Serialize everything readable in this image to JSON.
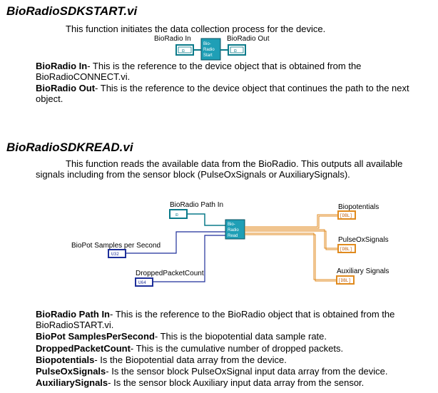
{
  "section1": {
    "heading": "BioRadioSDKSTART.vi",
    "description": "This function initiates the data collection process for the device.",
    "diagram": {
      "in_label": "BioRadio In",
      "out_label": "BioRadio Out",
      "vi_lines": [
        "Bio-",
        "Radio",
        "Start"
      ],
      "in_terminal": "⊡",
      "out_terminal": "⊡"
    },
    "params": [
      {
        "name": "BioRadio In",
        "desc": "- This is the reference to the device object that is obtained from the BioRadioCONNECT.vi."
      },
      {
        "name": "BioRadio Out",
        "desc": "- This is the reference to the device object that continues the path to the next object."
      }
    ]
  },
  "section2": {
    "heading": "BioRadioSDKREAD.vi",
    "description": "This function reads the available data from the BioRadio. This outputs all available signals including from the sensor block (PulseOxSignals or AuxiliarySignals).",
    "diagram": {
      "path_in_label": "BioRadio Path In",
      "samples_label": "BioPot Samples per Second",
      "dropped_label": "DroppedPacketCount",
      "biopot_label": "Biopotentials",
      "pulseox_label": "PulseOxSignals",
      "aux_label": "Auxiliary Signals",
      "vi_lines": [
        "Bio-",
        "Radio",
        "Read"
      ],
      "path_in_terminal": "⊡",
      "samples_terminal": "U32",
      "dropped_terminal": "U64",
      "biopot_terminal": "[DBL]",
      "pulseox_terminal": "[DBL]",
      "aux_terminal": "[DBL]"
    },
    "params": [
      {
        "name": "BioRadio Path In",
        "desc": "- This is the reference to the BioRadio object that is obtained from the BioRadioSTART.vi."
      },
      {
        "name": "BioPot SamplesPerSecond",
        "desc": "- This is the biopotential data sample rate."
      },
      {
        "name": "DroppedPacketCount",
        "desc": "- This is the cumulative number of dropped packets."
      },
      {
        "name": "Biopotentials",
        "desc": "- Is the Biopotential data array from the device."
      },
      {
        "name": "PulseOxSignals",
        "desc": "- Is the sensor block PulseOxSignal input data array from the device."
      },
      {
        "name": "AuxiliarySignals",
        "desc": "- Is the sensor block Auxiliary input data array from the sensor."
      }
    ]
  },
  "colors": {
    "refnum": "#0a7a8a",
    "vi": "#1f9fb6",
    "integer": "#1e2f9a",
    "dbl_array": "#e08a1e"
  }
}
